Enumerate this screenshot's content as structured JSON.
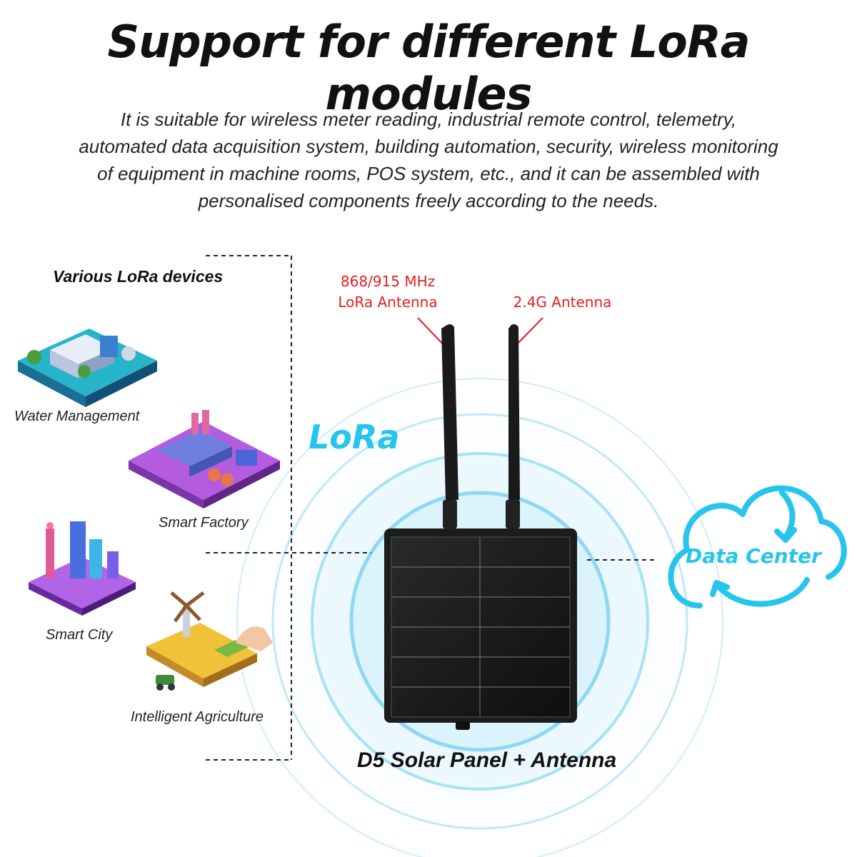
{
  "title": "Support for different LoRa modules",
  "description": [
    "It is suitable for wireless meter reading, industrial remote control, telemetry,",
    "automated data acquisition system, building automation, security, wireless monitoring",
    "of equipment in machine rooms, POS system, etc., and it can be assembled with",
    "personalised components freely according to the needs."
  ],
  "devices": {
    "heading": "Various LoRa devices",
    "items": [
      "Water Management",
      "Smart Factory",
      "Smart City",
      "Intelligent Agriculture"
    ]
  },
  "antennas": {
    "left_line1": "868/915 MHz",
    "left_line2": "LoRa Antenna",
    "right": "2.4G Antenna"
  },
  "signal_label": "LoRa",
  "product_label": "D5 Solar Panel + Antenna",
  "data_center_label": "Data Center",
  "colors": {
    "accent": "#27c4ee",
    "antenna_label": "#e41e1e",
    "panel": "#1a1a1a",
    "text": "#111111"
  }
}
